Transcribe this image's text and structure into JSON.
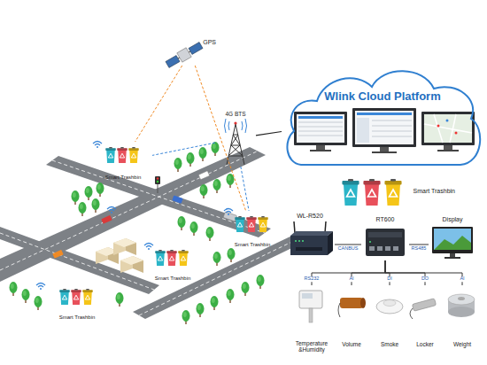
{
  "diagram": {
    "nodes": [
      {
        "text": [
          "GPS"
        ]
      },
      {
        "text": [
          "4G BTS"
        ]
      },
      {
        "text": [
          "Smart Trashbin"
        ]
      },
      {
        "text": [
          "Smart Trashbin"
        ]
      },
      {
        "text": [
          "Smart Trashbin"
        ]
      },
      {
        "text": [
          "Smart Trashbin"
        ]
      },
      {
        "text": [
          "Wlink Cloud Platform"
        ]
      },
      {
        "text": [
          "Smart Trashbin"
        ]
      },
      {
        "text": [
          "WL-R520"
        ]
      },
      {
        "text": [
          "RT600"
        ]
      },
      {
        "text": [
          "Display"
        ]
      },
      {
        "text": [
          "Temperature &Humidity"
        ]
      },
      {
        "text": [
          "Volume"
        ]
      },
      {
        "text": [
          "Smoke"
        ]
      },
      {
        "text": [
          "Locker"
        ]
      },
      {
        "text": [
          "Weight"
        ]
      }
    ],
    "edges": [
      {
        "from": 0,
        "to": 2,
        "arrow": "none"
      },
      {
        "from": 0,
        "to": 3,
        "arrow": "none"
      },
      {
        "from": 1,
        "to": 2,
        "arrow": "none"
      },
      {
        "from": 1,
        "to": 3,
        "arrow": "none"
      },
      {
        "from": 1,
        "to": 6,
        "arrow": "none"
      },
      {
        "from": 8,
        "to": 9,
        "label": "CANBUS",
        "arrow": "none"
      },
      {
        "from": 9,
        "to": 10,
        "label": "RS485",
        "arrow": "none"
      },
      {
        "from": 9,
        "to": 11,
        "label": "RS232",
        "arrow": "none"
      },
      {
        "from": 9,
        "to": 12,
        "label": "AI",
        "arrow": "none"
      },
      {
        "from": 9,
        "to": 13,
        "label": "DI",
        "arrow": "none"
      },
      {
        "from": 9,
        "to": 14,
        "label": "DO",
        "arrow": "none"
      },
      {
        "from": 9,
        "to": 15,
        "label": "AI",
        "arrow": "none"
      }
    ]
  }
}
